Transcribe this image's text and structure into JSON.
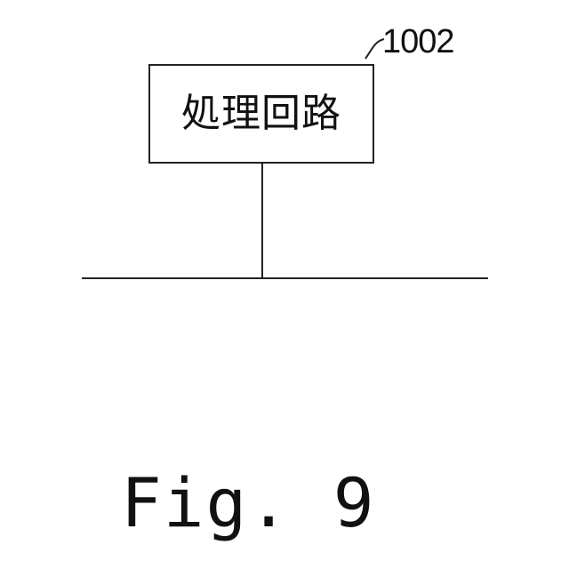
{
  "block": {
    "label": "処理回路"
  },
  "reference_numeral": "1002",
  "figure_caption": "Fig. 9"
}
